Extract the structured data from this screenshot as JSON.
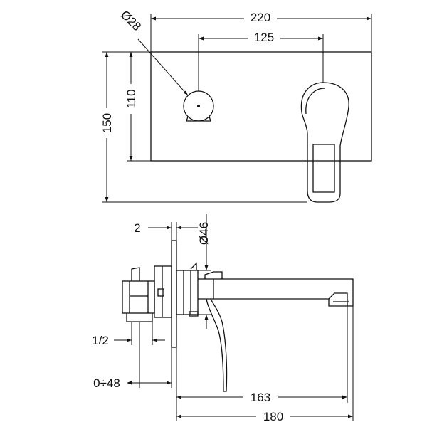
{
  "front_view": {
    "overall_width": "220",
    "spout_offset": "125",
    "handle_diameter": "Ø28",
    "overall_height": "150",
    "plate_height": "110"
  },
  "side_view": {
    "plate_gap": "2",
    "flange_diameter": "Ø46",
    "inlet_thread": "1/2",
    "wall_depth_range": "0÷48",
    "spout_reach": "163",
    "overall_length": "180"
  },
  "colors": {
    "line": "#111111",
    "background": "#ffffff"
  }
}
